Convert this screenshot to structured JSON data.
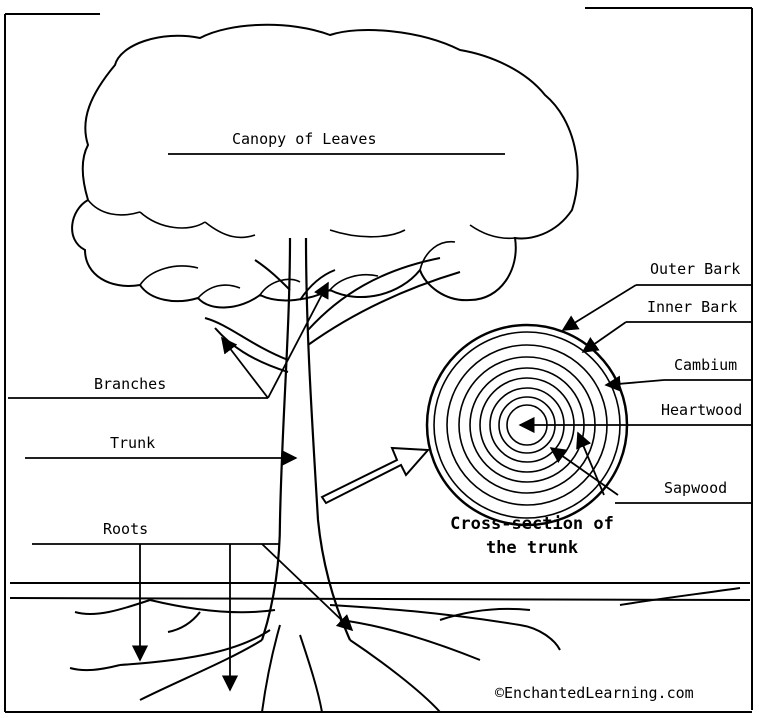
{
  "labels": {
    "canopy": "Canopy of Leaves",
    "branches": "Branches",
    "trunk": "Trunk",
    "roots": "Roots",
    "outer_bark": "Outer Bark",
    "inner_bark": "Inner Bark",
    "cambium": "Cambium",
    "heartwood": "Heartwood",
    "sapwood": "Sapwood",
    "cross_section_line1": "Cross-section of",
    "cross_section_line2": "the trunk"
  },
  "copyright": "©EnchantedLearning.com",
  "colors": {
    "ink": "#000000",
    "paper": "#ffffff"
  }
}
